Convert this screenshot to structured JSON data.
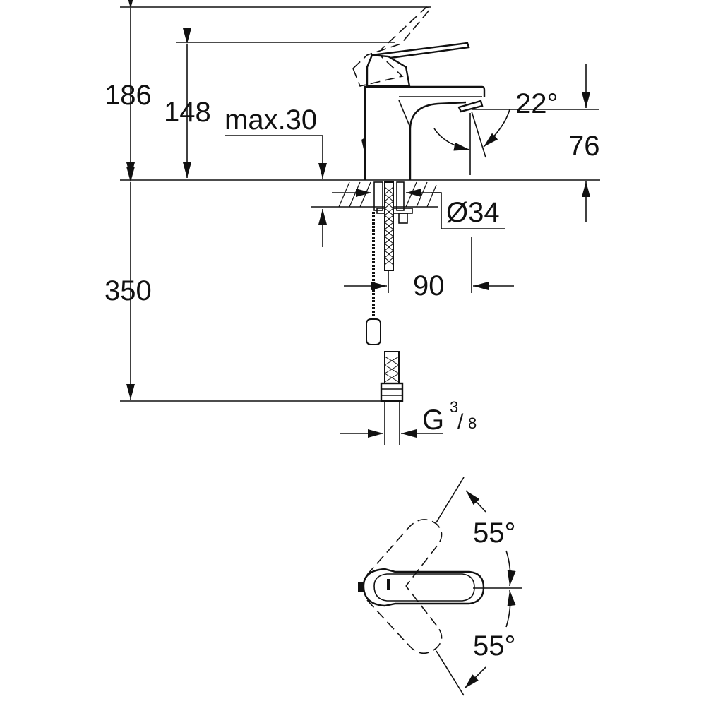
{
  "dimensions": {
    "total_height": "186",
    "lever_height": "148",
    "max_counter_thickness": "max.30",
    "spout_outlet_height": "76",
    "spout_angle": "22°",
    "hole_diameter": "Ø34",
    "spout_reach": "90",
    "hose_length": "350",
    "connection_thread_prefix": "G",
    "connection_thread_num": "3",
    "connection_thread_den": "8",
    "rotation_left": "55°",
    "rotation_right": "55°"
  },
  "colors": {
    "line": "#111111",
    "background": "#ffffff"
  }
}
